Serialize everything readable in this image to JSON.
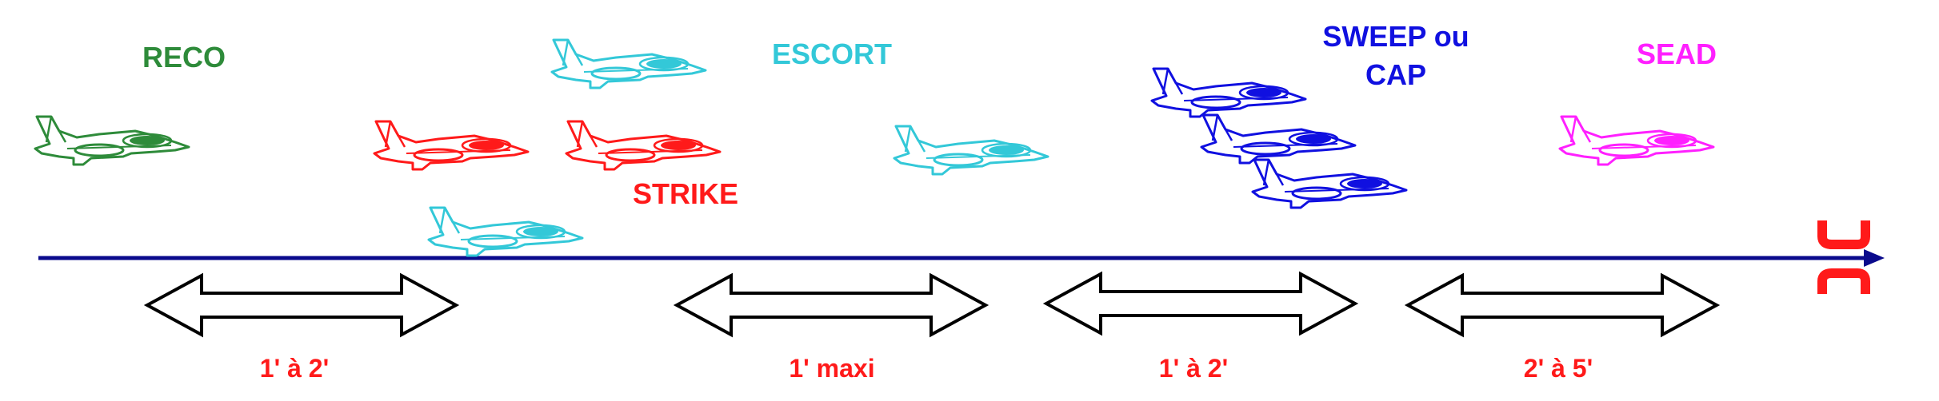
{
  "groups": {
    "reco": {
      "label": "RECO",
      "color": "#2e8b3a"
    },
    "escort": {
      "label": "ESCORT",
      "color": "#33c8d8"
    },
    "strike": {
      "label": "STRIKE",
      "color": "#ff1a1a"
    },
    "sweep": {
      "label_line1": "SWEEP ou",
      "label_line2": "CAP",
      "color": "#1010e0"
    },
    "sead": {
      "label": "SEAD",
      "color": "#ff20ff"
    }
  },
  "timeline": {
    "color": "#0a0a8c"
  },
  "target": {
    "color": "#ff1a1a"
  },
  "intervals": [
    {
      "label": "1' à 2'"
    },
    {
      "label": "1' maxi"
    },
    {
      "label": "1' à 2'"
    },
    {
      "label": "2' à 5'"
    }
  ],
  "interval_label_color": "#ff1a1a",
  "icons": {
    "aircraft": "jet-aircraft-icon",
    "interval": "double-arrow-icon",
    "target": "target-bracket-icon"
  }
}
